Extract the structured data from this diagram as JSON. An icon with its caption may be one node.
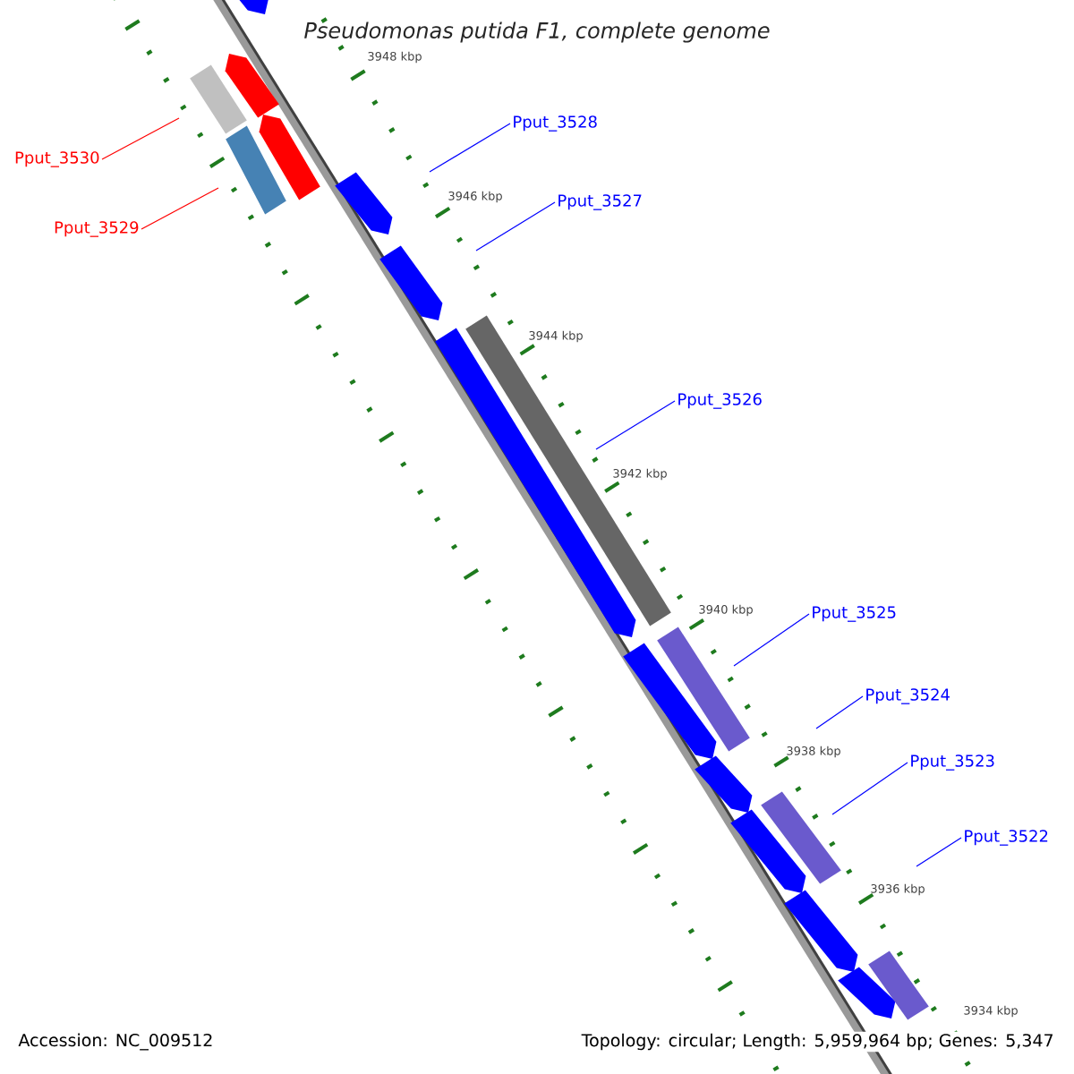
{
  "diagram": {
    "title": "Pseudomonas putida F1, complete genome",
    "nodes": [
      {
        "text": [
          "Pput_3528"
        ]
      },
      {
        "text": [
          "Pput_3530"
        ]
      },
      {
        "text": [
          "Pput_3527"
        ]
      },
      {
        "text": [
          "Pput_3529"
        ]
      },
      {
        "text": [
          "Pput_3526"
        ]
      },
      {
        "text": [
          "Pput_3525"
        ]
      },
      {
        "text": [
          "Pput_3524"
        ]
      },
      {
        "text": [
          "Pput_3523"
        ]
      },
      {
        "text": [
          "Pput_3522"
        ]
      }
    ],
    "edges": [
      {
        "from": 0,
        "to": null,
        "arrow": "none"
      },
      {
        "from": 1,
        "to": null,
        "arrow": "none",
        "color": "#ff0000"
      },
      {
        "from": 2,
        "to": null,
        "arrow": "none"
      },
      {
        "from": 3,
        "to": null,
        "arrow": "none",
        "color": "#ff0000"
      },
      {
        "from": 4,
        "to": null,
        "arrow": "none"
      },
      {
        "from": 5,
        "to": null,
        "arrow": "none"
      },
      {
        "from": 6,
        "to": null,
        "arrow": "none"
      },
      {
        "from": 7,
        "to": null,
        "arrow": "none"
      },
      {
        "from": 8,
        "to": null,
        "arrow": "none"
      }
    ],
    "labels": [
      "3948 kbp",
      "3946 kbp",
      "3944 kbp",
      "3942 kbp",
      "3940 kbp",
      "3938 kbp",
      "3936 kbp",
      "3934 kbp",
      "Accession: NC_009512",
      "Topology: circular; Length: 5,959,964 bp; Genes: 5,347"
    ]
  }
}
